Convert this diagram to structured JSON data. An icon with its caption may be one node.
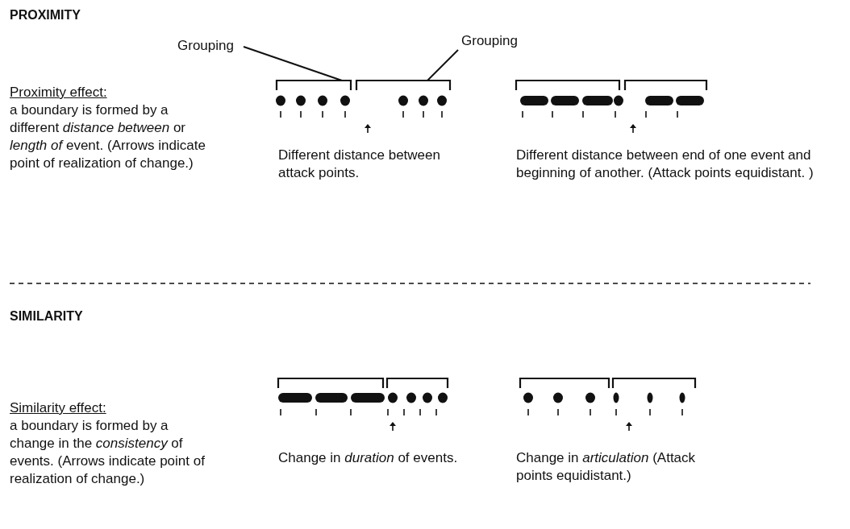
{
  "diagram": {
    "nodes": [
      {
        "text": [
          "Grouping"
        ]
      },
      {
        "text": [
          "Grouping"
        ]
      },
      {
        "text": [],
        "shape": "bracket"
      },
      {
        "text": [],
        "shape": "bracket"
      }
    ],
    "edges": [
      {
        "from": 0,
        "to": 2,
        "arrow": "none"
      },
      {
        "from": 1,
        "to": 3,
        "arrow": "none"
      }
    ],
    "labels": [
      "PROXIMITY",
      "Proximity effect:",
      "a boundary is formed by a different *distance between* or *length of* event. (Arrows indicate point of realization of change.)",
      "Different distance between attack points.",
      "Different distance between end of one event and beginning of another. (Attack points equidistant. )",
      "SIMILARITY",
      "Similarity effect:",
      "a boundary is formed by a change in the *consistency* of events. (Arrows indicate point of realization of change.)",
      "Change in *duration* of events.",
      "Change in *articulation* (Attack points equidistant.)"
    ]
  }
}
